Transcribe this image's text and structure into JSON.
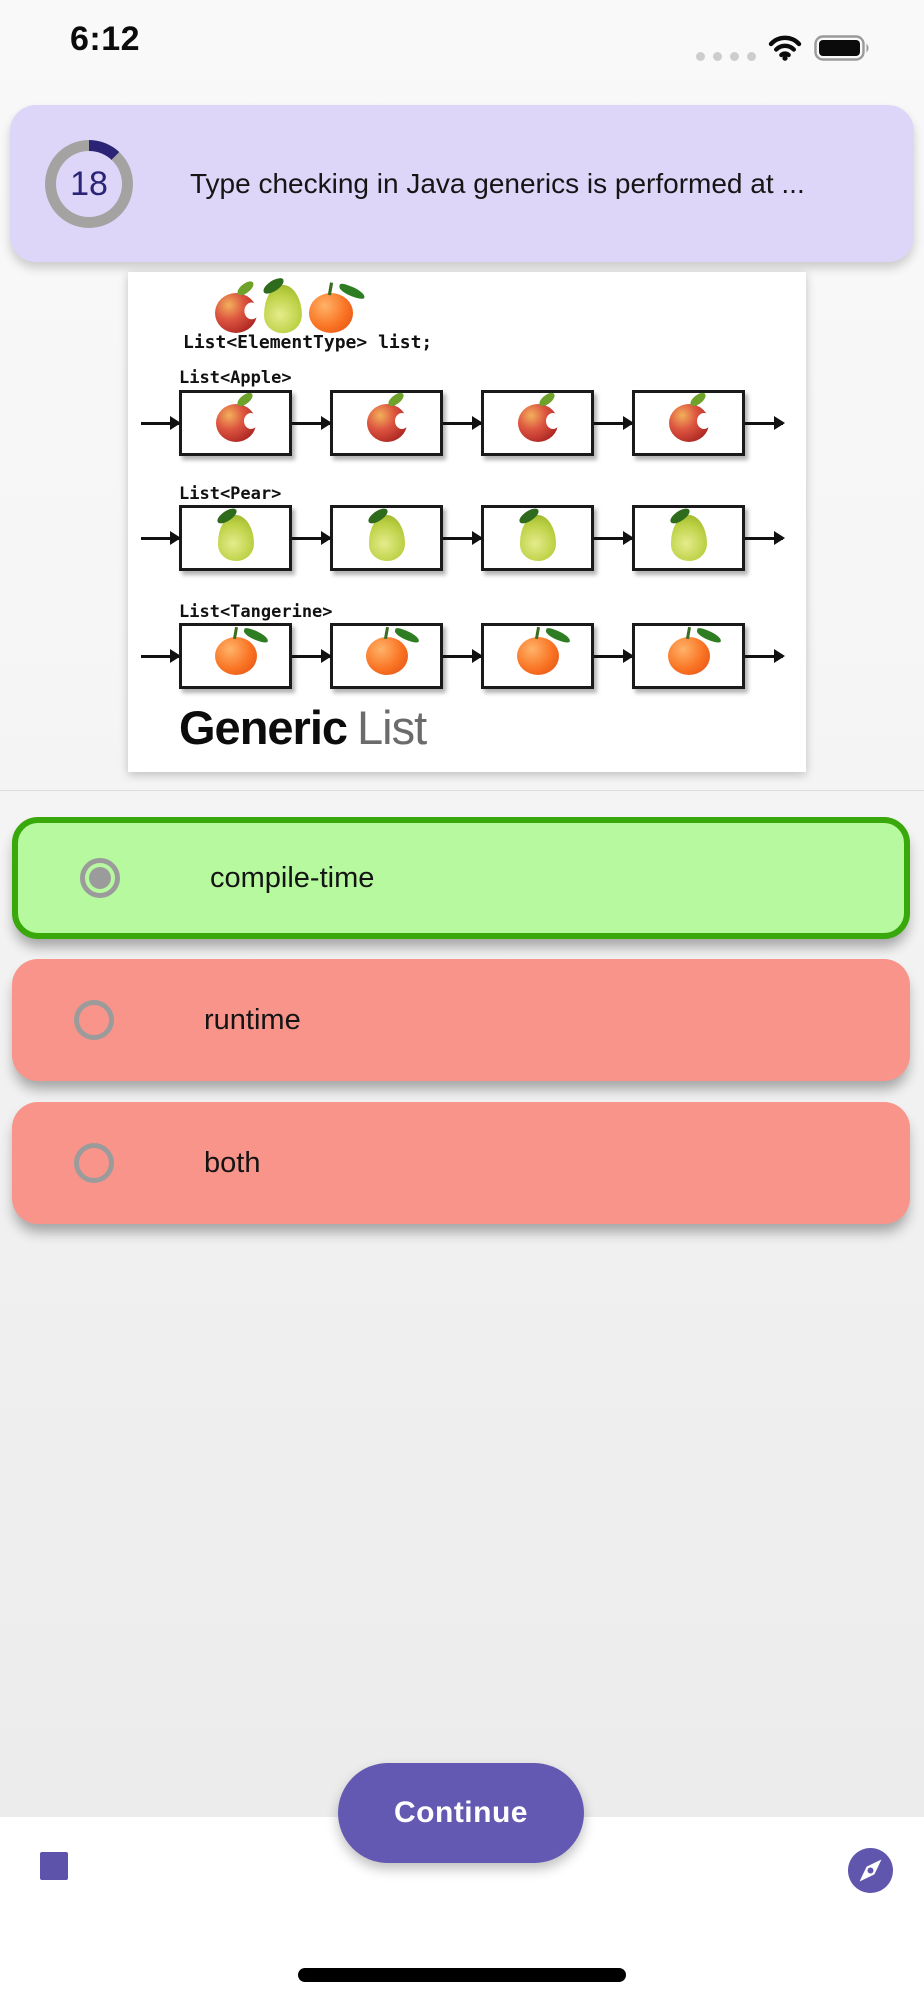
{
  "status_bar": {
    "time": "6:12",
    "icons": [
      "cellular-signal-dots",
      "wifi",
      "battery"
    ]
  },
  "question": {
    "number": "18",
    "progress_percent": 12,
    "text": "Type checking in Java generics is performed at ..."
  },
  "figure": {
    "header_fruits": [
      "apple",
      "pear",
      "tangerine"
    ],
    "code_line": "List<ElementType> list;",
    "rows": [
      {
        "label": "List<Apple>",
        "fruit": "apple",
        "cells": 4
      },
      {
        "label": "List<Pear>",
        "fruit": "pear",
        "cells": 4
      },
      {
        "label": "List<Tangerine>",
        "fruit": "tangerine",
        "cells": 4
      }
    ],
    "caption_bold": "Generic",
    "caption_light": "List"
  },
  "options": [
    {
      "label": "compile-time",
      "state": "correct",
      "selected": true
    },
    {
      "label": "runtime",
      "state": "default",
      "selected": false
    },
    {
      "label": "both",
      "state": "default",
      "selected": false
    }
  ],
  "continue_button": {
    "label": "Continue"
  },
  "footer_icons": [
    "stop-square",
    "compass"
  ],
  "colors": {
    "banner_lavender": "#DDD6F8",
    "progress_arc": "#2B2375",
    "progress_track": "#A5A2A2",
    "correct_green_bg": "#B7F99F",
    "correct_green_border": "#38A80A",
    "wrong_red_bg": "#F9948B",
    "accent_purple": "#6459B2"
  }
}
